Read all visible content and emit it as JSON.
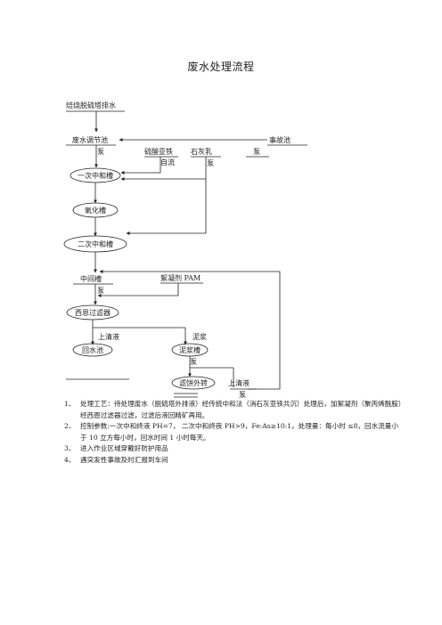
{
  "title": "废水处理流程",
  "diagram": {
    "inlet": "焙烧脱硫塔排水",
    "equalization_tank": "废水调节池",
    "accident_pool": "事故池",
    "pump": "泵",
    "ferrous_sulfate": "硫酸亚铁",
    "self_flow": "自流",
    "lime_milk": "石灰乳",
    "first_neutralization": "一次中和槽",
    "oxidation_tank": "氧化槽",
    "second_neutralization": "二次中和槽",
    "intermediate_tank": "中间槽",
    "flocculant": "絮凝剂 PAM",
    "filter": "西恩过滤器",
    "supernatant": "上清液",
    "sludge": "泥浆",
    "reuse_pool": "回水池",
    "thickener": "泥浆槽",
    "filter_press": "滤饼外转"
  },
  "notes": [
    {
      "num": "1、",
      "text": "处理工艺：待处理废水（脱硫塔外排液）经传统中和法（消石灰亚铁共沉）处理后，加絮凝剂（聚丙烯酰胺）经西恩过滤器过滤，过滤后液回精矿再用。"
    },
    {
      "num": "2、",
      "text": "控制参数:一次中和终液 PH=7，  二次中和终夜 PH>9，Fe:As≥10:1，处理量：每小时 ≤8，回水流量小于 10 立方每小时，回水时间 1 小时每天。"
    },
    {
      "num": "3、",
      "text": "进入作业区域穿戴好防护用品"
    },
    {
      "num": "4、",
      "text": "遇突发性事故及时汇报到车间"
    }
  ],
  "colors": {
    "line": "#222222",
    "background": "#ffffff"
  }
}
